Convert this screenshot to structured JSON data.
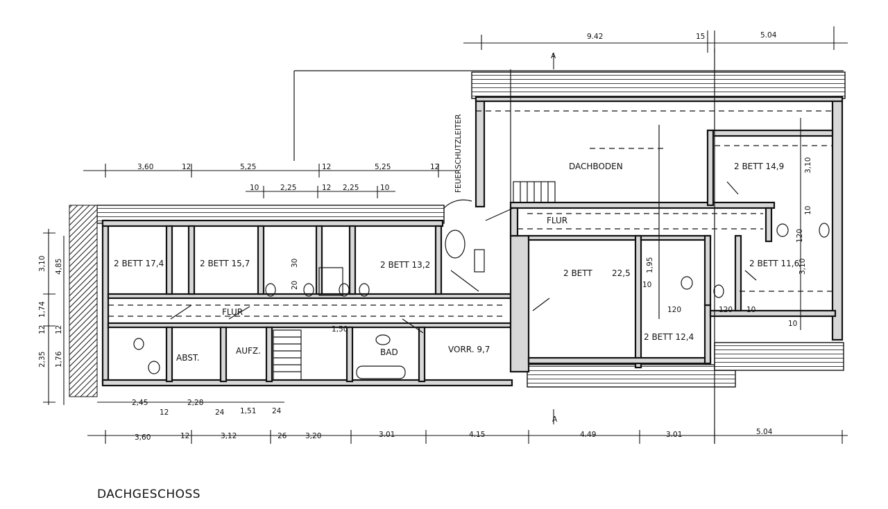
{
  "title": "DACHGESCHOSS",
  "rooms": {
    "dachboden": "DACHBODEN",
    "flur_upper": "FLUR",
    "flur_lower": "FLUR",
    "bed_14_9": "2 BETT 14,9",
    "bed_17_4": "2 BETT 17,4",
    "bed_15_7": "2 BETT 15,7",
    "bed_13_2": "2 BETT 13,2",
    "bed_center": "2 BETT",
    "bed_center_area": "22,5",
    "bed_12_4": "2 BETT 12,4",
    "bed_11_6": "2 BETT 11,6",
    "abst": "ABST.",
    "aufz": "AUFZ.",
    "bad": "BAD",
    "vorr": "VORR. 9,7",
    "feuerschutzleiter": "FEUERSCHUTZLEITER"
  },
  "dims": {
    "top_9_42": "9.42",
    "top_15": "15",
    "top_5_04": "5.04",
    "left_3_60": "3,60",
    "left_12a": "12",
    "left_5_25a": "5,25",
    "left_12b": "12",
    "left_5_25b": "5,25",
    "left_12c": "12",
    "sub_10a": "10",
    "sub_2_25a": "2,25",
    "sub_12": "12",
    "sub_2_25b": "2,25",
    "sub_10b": "10",
    "v_3_10": "3,10",
    "v_4_85": "4,85",
    "v_1_74": "1,74",
    "v_12a": "12",
    "v_12b": "12",
    "v_2_35": "2,35",
    "v_1_76": "1,76",
    "r_3_10": "3,10",
    "r_10": "10",
    "r_3_10b": "3,10",
    "b_3_60": "3,60",
    "b_12": "12",
    "b_3_12": "3,12",
    "b_26": "26",
    "b_3_20": "3,20",
    "b_3_01a": "3.01",
    "b_4_15": "4.15",
    "b_4_49": "4.49",
    "b_3_01b": "3.01",
    "b_5_04": "5.04",
    "s_2_45": "2,45",
    "s_2_28": "2,28",
    "s_12": "12",
    "s_24a": "24",
    "s_1_51": "1,51",
    "s_24b": "24",
    "i_120a": "120",
    "i_120b": "120",
    "i_10a": "10",
    "i_10b": "10",
    "i_195": "1,95",
    "i_120c": "120",
    "i_10c": "10",
    "i_20": "20",
    "i_30": "30",
    "i_1_50": "1,50",
    "m_a": "A",
    "m_a2": "A"
  }
}
